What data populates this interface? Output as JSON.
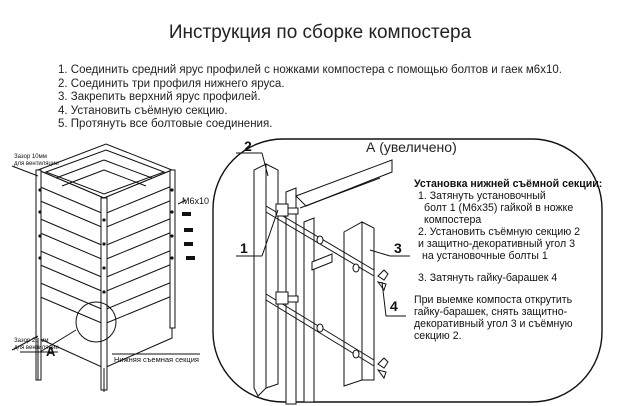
{
  "title": "Инструкция по сборке компостера",
  "steps": [
    "1. Соединить средний ярус профилей с ножками компостера с помощью болтов и гаек м6х10.",
    "2. Соединить три профиля нижнего яруса.",
    "3. Закрепить верхний ярус профилей.",
    "4. Установить съёмную секцию.",
    "5. Протянуть все болтовые соединения."
  ],
  "left_figure": {
    "gap_top_line1": "Зазор 10мм",
    "gap_top_line2": "для вентиляции",
    "bolt_label": "М6х10",
    "gap_bottom_line1": "Зазор 20 мм",
    "gap_bottom_line2": "для вентиляции",
    "section_label": "Нижняя съемная секция",
    "callout_letter": "А"
  },
  "detail": {
    "zoom_label": "А (увеличено)",
    "num_1": "1",
    "num_2": "2",
    "num_3": "3",
    "num_4": "4"
  },
  "instructions": {
    "heading": "Установка нижней съёмной секции:",
    "line1": "1. Затянуть установочный",
    "line2": "болт 1 (М6х35) гайкой в ножке",
    "line3": "компостера",
    "line4": "2. Установить съёмную секцию 2",
    "line5": "и защитно-декоративный угол 3",
    "line6": "на установочные болты 1",
    "line7": "3. Затянуть гайку-барашек 4",
    "line8": "При выемке компоста открутить",
    "line9": "гайку-барашек, снять защитно-",
    "line10": "декоративный угол 3 и съёмную",
    "line11": "секцию 2."
  }
}
